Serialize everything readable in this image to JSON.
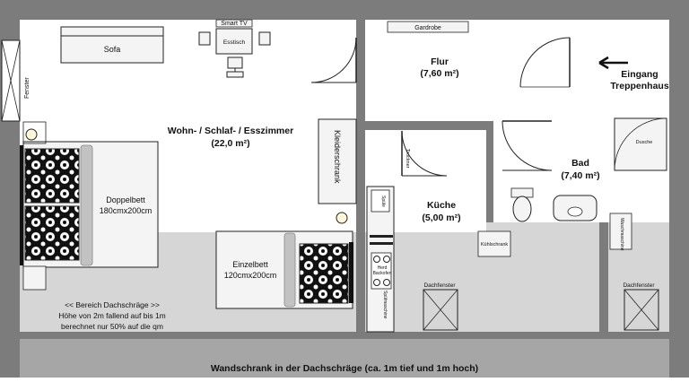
{
  "colors": {
    "wall": "#7c7c7c",
    "floor": "#ffffff",
    "slope": "#d6d6d6",
    "wardrobe": "#a6a6a6",
    "furniture_fill": "#f4f4f4",
    "line": "#222222"
  },
  "rooms": {
    "living_name": "Wohn- / Schlaf- / Esszimmer",
    "living_area": "(22,0 m²)",
    "hall_name": "Flur",
    "hall_area": "(7,60 m²)",
    "bath_name": "Bad",
    "bath_area": "(7,40 m²)",
    "kitchen_name": "Küche",
    "kitchen_area": "(5,00 m²)"
  },
  "labels": {
    "sofa": "Sofa",
    "smart_tv": "Smart TV",
    "esstisch": "Esstisch",
    "fenster": "Fenster",
    "kleiderschrank": "Kleiderschrank",
    "garderobe": "Gardrobe",
    "doppelbett_1": "Doppelbett",
    "doppelbett_2": "180cmx200cm",
    "einzelbett_1": "Einzelbett",
    "einzelbett_2": "120cmx200cm",
    "eingang_1": "Eingang",
    "eingang_2": "Treppenhaus",
    "dusche": "Dusche",
    "trockner": "Trockner",
    "spuele": "Spüle",
    "herd_1": "Herd",
    "herd_2": "Backofen",
    "spuelmaschine": "Spülmaschine",
    "kuehlschrank": "Kühlschrank",
    "waschmaschine": "Waschmaschine",
    "dachfenster_1": "Dachfenster",
    "dachfenster_2": "Dachfenster",
    "slope_note_1": "<< Bereich Dachschräge >>",
    "slope_note_2": "Höhe von 2m fallend auf  bis 1m",
    "slope_note_3": "berechnet nur 50% auf die qm",
    "wardrobe_strip": "Wandschrank in der Dachschräge (ca. 1m tief und 1m hoch)"
  },
  "icons": {
    "entrance_arrow": "arrow-left-icon",
    "pillow_pattern": "flower-pattern-icon",
    "lamp": "lamp-icon"
  }
}
